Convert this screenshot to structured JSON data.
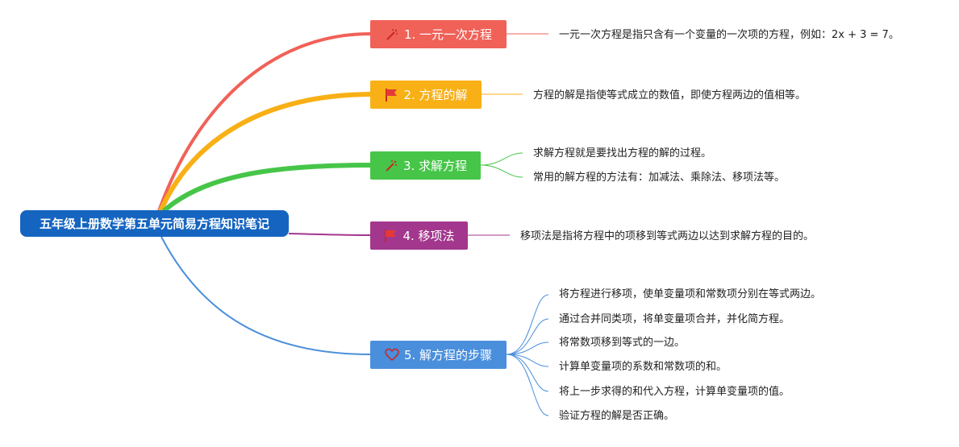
{
  "root": {
    "title": "五年级上册数学第五单元简易方程知识笔记"
  },
  "branches": [
    {
      "label": "1. 一元一次方程",
      "color": "#f06158",
      "icon": "magic-wand-icon",
      "notes": [
        "一元一次方程是指只含有一个变量的一次项的方程，例如：2x + 3 = 7。"
      ]
    },
    {
      "label": "2. 方程的解",
      "color": "#f8b016",
      "icon": "red-flag-icon",
      "notes": [
        "方程的解是指使等式成立的数值，即使方程两边的值相等。"
      ]
    },
    {
      "label": "3. 求解方程",
      "color": "#46c548",
      "icon": "magic-wand-icon",
      "notes": [
        "求解方程就是要找出方程的解的过程。",
        "常用的解方程的方法有：加减法、乘除法、移项法等。"
      ]
    },
    {
      "label": "4. 移项法",
      "color": "#a3378e",
      "icon": "red-flag-icon",
      "notes": [
        "移项法是指将方程中的项移到等式两边以达到求解方程的目的。"
      ]
    },
    {
      "label": "5. 解方程的步骤",
      "color": "#4a8fdc",
      "icon": "heart-icon",
      "notes": [
        "将方程进行移项，使单变量项和常数项分别在等式两边。",
        "通过合并同类项，将单变量项合并，并化简方程。",
        "将常数项移到等式的一边。",
        "计算单变量项的系数和常数项的和。",
        "将上一步求得的和代入方程，计算单变量项的值。",
        "验证方程的解是否正确。"
      ]
    }
  ]
}
